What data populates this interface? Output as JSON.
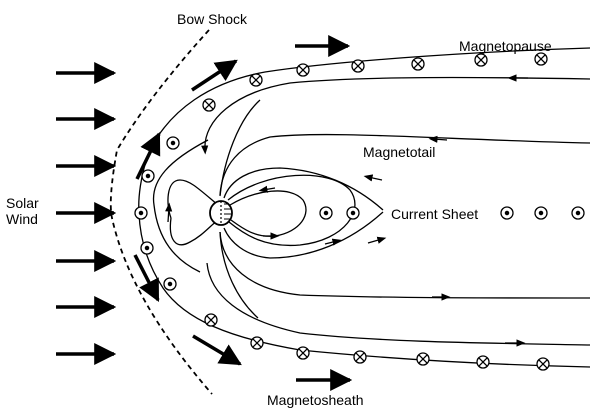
{
  "labels": {
    "bow_shock": "Bow Shock",
    "magnetopause": "Magnetopause",
    "magnetotail": "Magnetotail",
    "current_sheet": "Current Sheet",
    "solar_wind_line1": "Solar",
    "solar_wind_line2": "Wind",
    "magnetosheath": "Magnetosheath"
  },
  "symbols": {
    "into_page": "field directed into page (⊗)",
    "out_of_page": "field directed out of page (⊙)"
  },
  "colors": {
    "ink": "#000000",
    "background": "#ffffff"
  }
}
